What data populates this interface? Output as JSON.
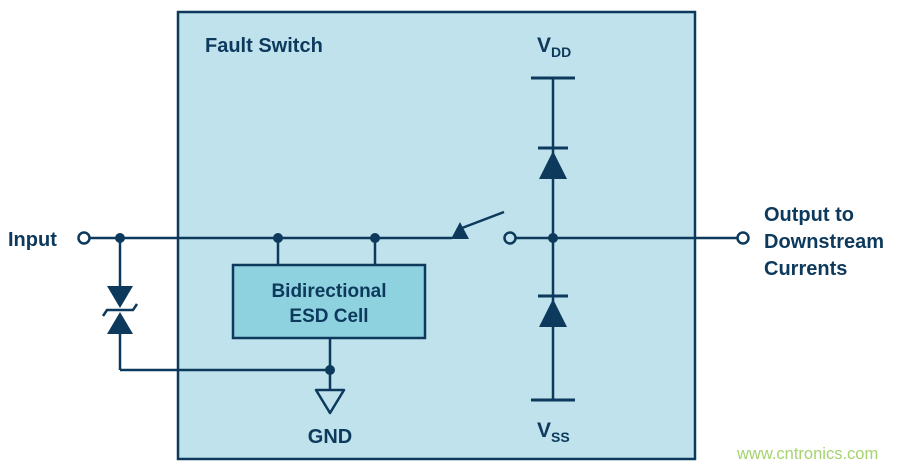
{
  "diagram": {
    "title": "Fault Switch",
    "input_label": "Input",
    "output_label": [
      "Output to",
      "Downstream",
      "Currents"
    ],
    "esd_cell": [
      "Bidirectional",
      "ESD Cell"
    ],
    "gnd_label": "GND",
    "vdd": {
      "main": "V",
      "sub": "DD"
    },
    "vss": {
      "main": "V",
      "sub": "SS"
    }
  },
  "watermark": "www.cntronics.com",
  "colors": {
    "line": "#0d3a5c",
    "box_fill": "#bfe2ec",
    "esd_fill": "#8ed1df",
    "watermark": "#a5d36e",
    "background": "#ffffff"
  }
}
